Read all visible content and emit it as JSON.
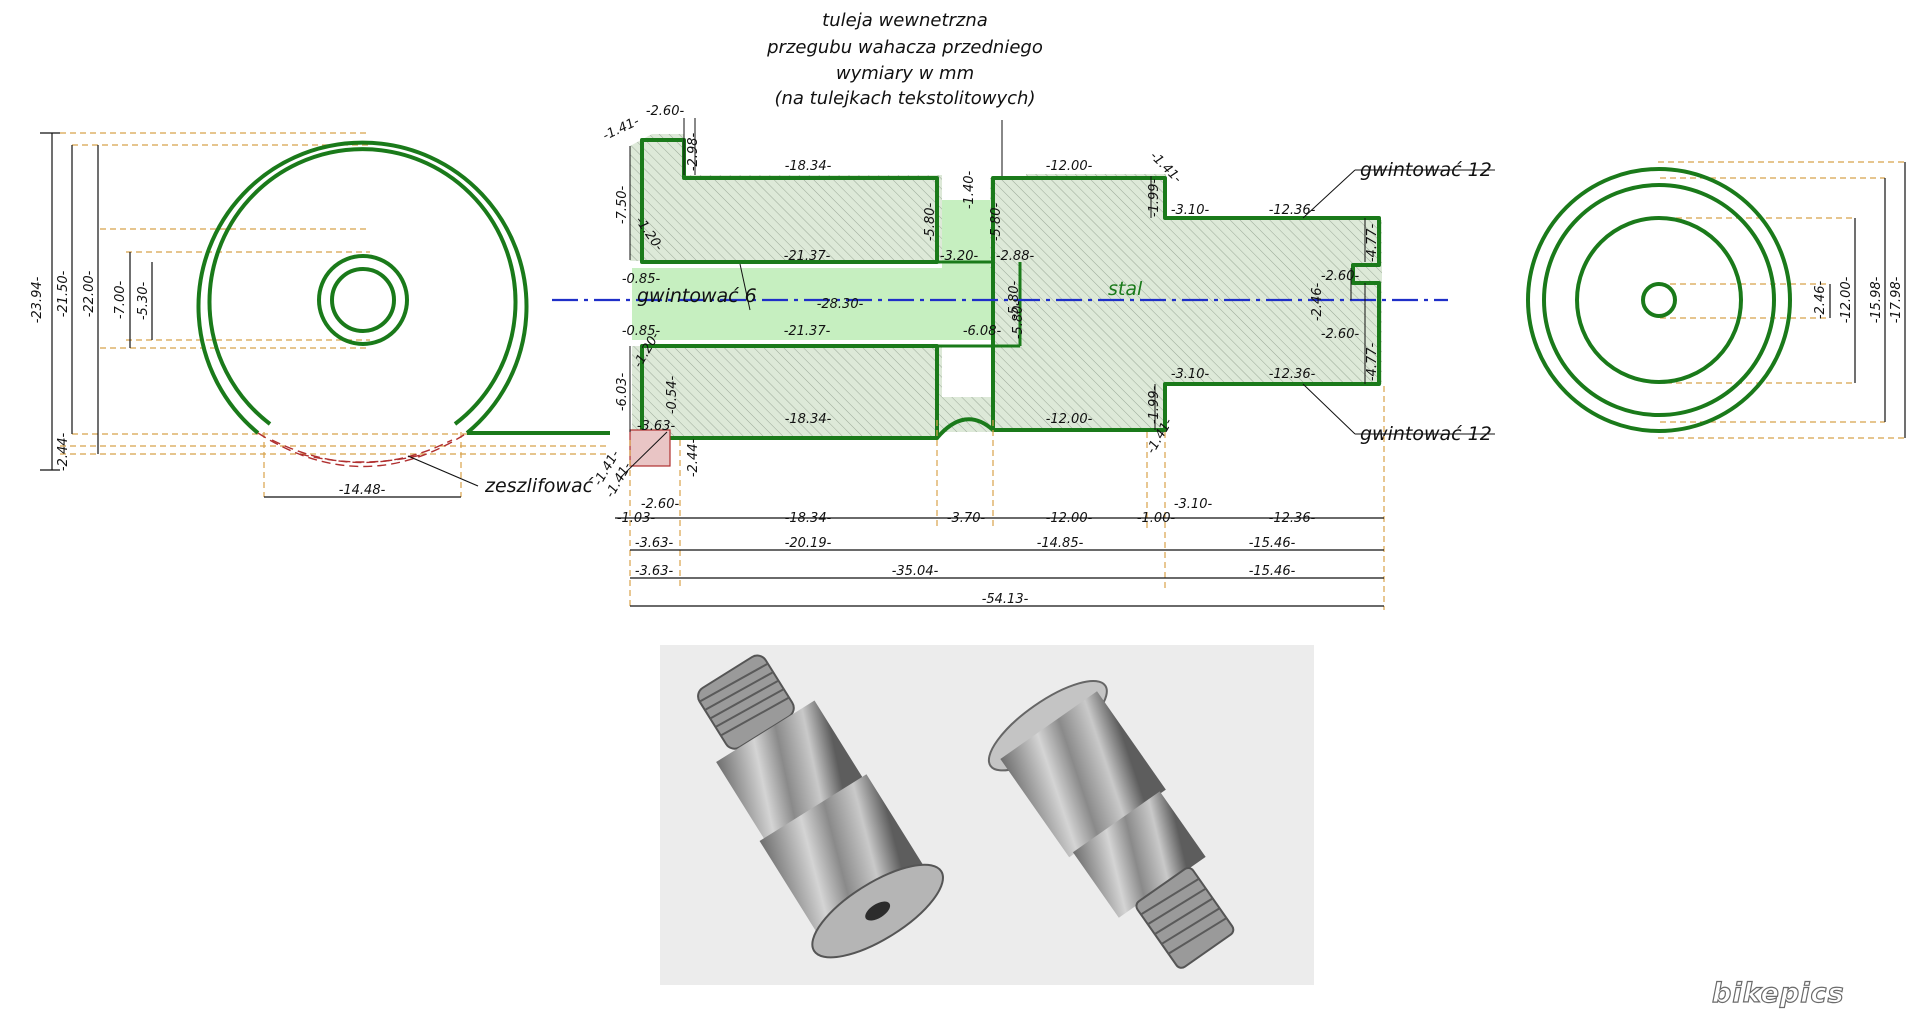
{
  "title": {
    "line1": "tuleja wewnetrzna",
    "line2": "przegubu wahacza przedniego",
    "line3": "wymiary w mm",
    "line4": "(na tulejkach tekstolitowych)"
  },
  "notes": {
    "thread_6": "gwintować 6",
    "thread_12_top": "gwintować 12",
    "thread_12_bottom": "gwintować 12",
    "grind": "zeszlifować",
    "material": "stal"
  },
  "dimensions": {
    "left_view": [
      "-23.94-",
      "-21.50-",
      "-22.00-",
      "-7.00-",
      "-5.30-",
      "-2.44-",
      "-14.48-"
    ],
    "right_view": [
      "-2.46-",
      "-12.00-",
      "-15.98-",
      "-17.98-"
    ],
    "section_top": [
      "-1.41-",
      "-2.60-",
      "-2.98-",
      "-18.34-",
      "-12.00-",
      "-1.40-",
      "-1.41-",
      "-1.99-",
      "-3.10-",
      "-12.36-",
      "-7.50-",
      "-5.80-",
      "-5.80-"
    ],
    "section_mid": [
      "-1.20-",
      "-0.85-",
      "-21.37-",
      "-3.20-",
      "-2.88-",
      "-28.30-",
      "-5.80-",
      "-2.60-",
      "-4.77-",
      "-2.46-",
      "-0.85-",
      "-21.37-",
      "-6.08-",
      "-5.80-",
      "-2.60-",
      "-4.77-",
      "-1.20-",
      "-3.10-",
      "-12.36-"
    ],
    "section_bottom": [
      "-6.03-",
      "-0.54-",
      "-3.63-",
      "-18.34-",
      "-12.00-",
      "-1.99-",
      "-1.41-",
      "-1.41-",
      "-1.41-",
      "-2.44-"
    ],
    "chain_row1": [
      "-2.60-",
      "-1.03-",
      "-18.34-",
      "-3.70-",
      "-12.00-",
      "-1.00-",
      "-3.10-",
      "-12.36-"
    ],
    "chain_row2": [
      "-3.63-",
      "-20.19-",
      "-14.85-",
      "-15.46-"
    ],
    "chain_row3": [
      "-3.63-",
      "-35.04-",
      "-15.46-"
    ],
    "chain_row4": [
      "-54.13-"
    ]
  },
  "watermark": "bikepics",
  "icons": {
    "photo_left": "bushing-thread-up-photo",
    "photo_right": "bushing-thread-down-photo"
  },
  "colors": {
    "part_outline": "#1a7a1a",
    "part_fill": "#d9ecd2",
    "bore_fill": "#c6efc0",
    "center_line": "#1f2fc8",
    "dim_lines": "#d8a24a",
    "cut_red": "#b03030"
  }
}
